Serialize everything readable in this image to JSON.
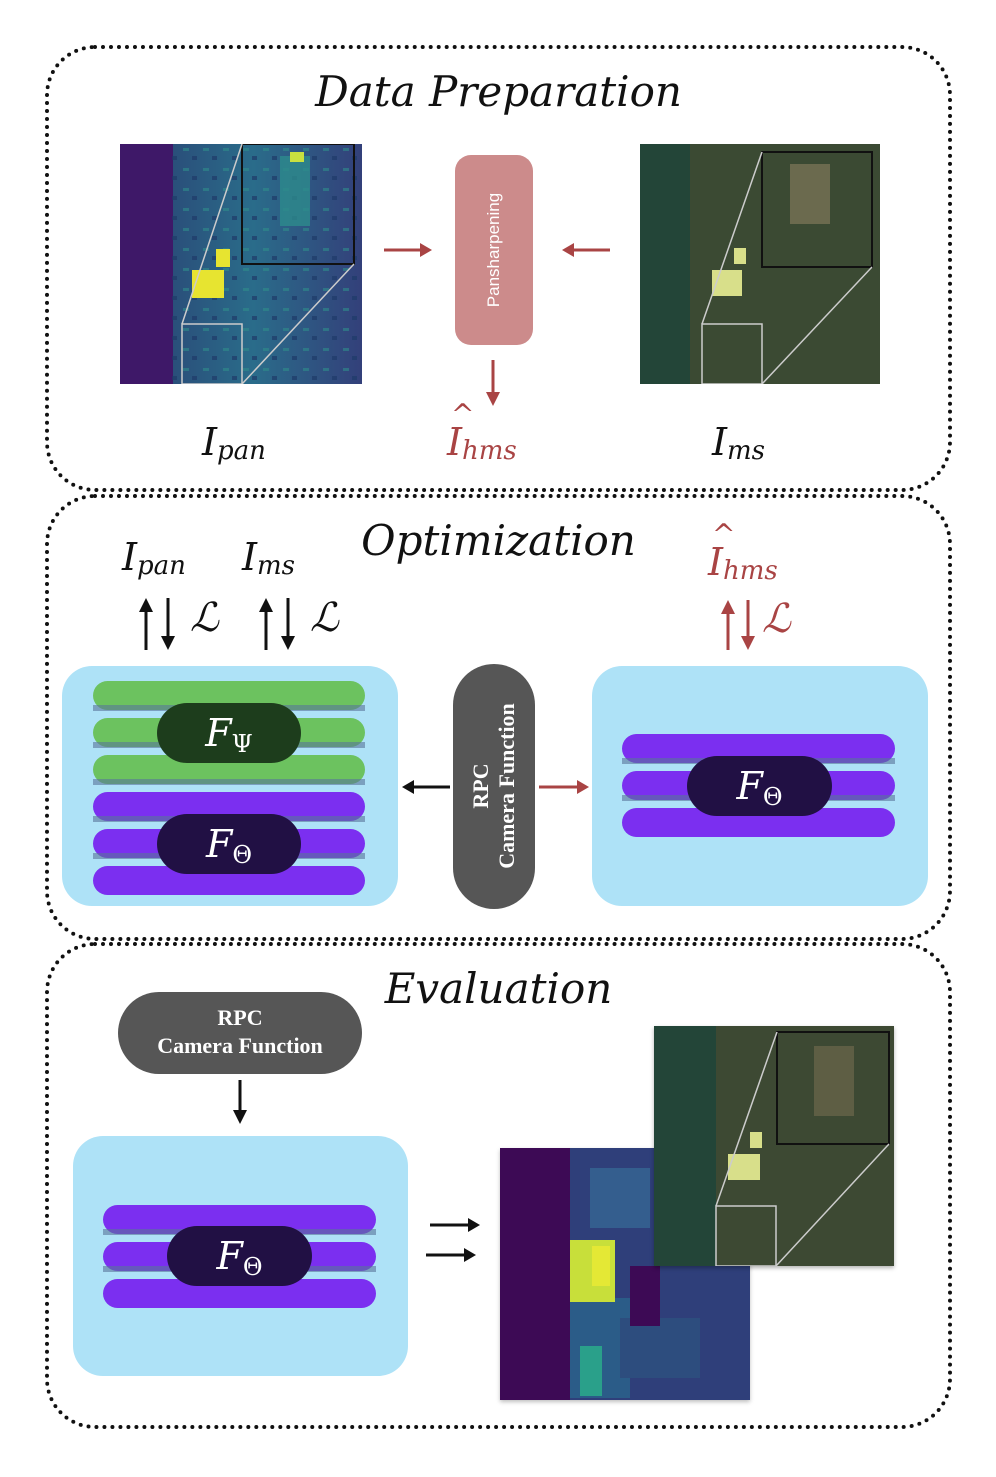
{
  "panels": {
    "data_prep": {
      "title": "Data Preparation"
    },
    "optimization": {
      "title": "Optimization"
    },
    "evaluation": {
      "title": "Evaluation"
    }
  },
  "data_prep": {
    "pansharpening_label": "Pansharpening",
    "i_pan": {
      "base": "I",
      "sub": "pan"
    },
    "i_ms": {
      "base": "I",
      "sub": "ms"
    },
    "i_hms": {
      "base": "I",
      "sub": "hms"
    }
  },
  "optimization": {
    "i_pan": {
      "base": "I",
      "sub": "pan"
    },
    "i_ms": {
      "base": "I",
      "sub": "ms"
    },
    "i_hms": {
      "base": "I",
      "sub": "hms"
    },
    "loss_symbol": "ℒ",
    "f_psi": {
      "base": "F",
      "sub": "Ψ"
    },
    "f_theta_left": {
      "base": "F",
      "sub": "Θ"
    },
    "f_theta_right": {
      "base": "F",
      "sub": "Θ"
    },
    "camera_line1": "RPC",
    "camera_line2": "Camera Function"
  },
  "evaluation": {
    "camera_line1": "RPC",
    "camera_line2": "Camera Function",
    "f_theta": {
      "base": "F",
      "sub": "Θ"
    }
  },
  "colors": {
    "accent_red": "#a94444",
    "network_bg": "#aee2f7",
    "green_layer": "#6cc25f",
    "purple_layer": "#7b2ff0",
    "camera_bg": "#565656"
  }
}
